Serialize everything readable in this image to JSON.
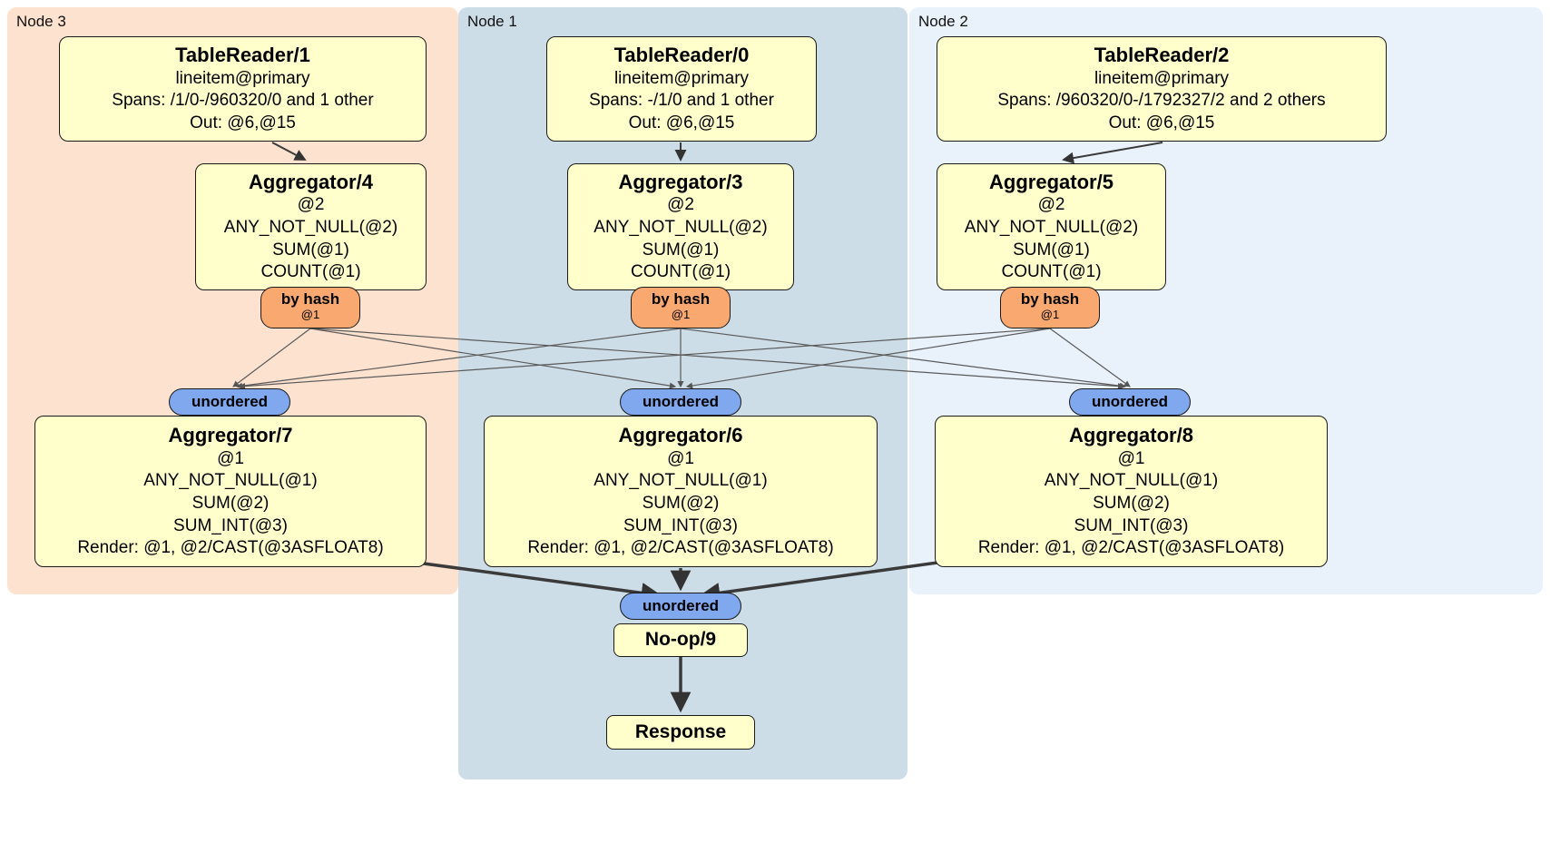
{
  "nodes": [
    {
      "label": "Node 3",
      "table_reader": {
        "title": "TableReader/1",
        "lines": [
          "lineitem@primary",
          "Spans: /1/0-/960320/0 and 1 other",
          "Out: @6,@15"
        ]
      },
      "pre_aggregator": {
        "title": "Aggregator/4",
        "lines": [
          "@2",
          "ANY_NOT_NULL(@2)",
          "SUM(@1)",
          "COUNT(@1)"
        ]
      },
      "router": {
        "label": "by hash",
        "detail": "@1"
      },
      "stream_label": "unordered",
      "post_aggregator": {
        "title": "Aggregator/7",
        "lines": [
          "@1",
          "ANY_NOT_NULL(@1)",
          "SUM(@2)",
          "SUM_INT(@3)",
          "Render: @1, @2/CAST(@3ASFLOAT8)"
        ]
      }
    },
    {
      "label": "Node 1",
      "table_reader": {
        "title": "TableReader/0",
        "lines": [
          "lineitem@primary",
          "Spans: -/1/0 and 1 other",
          "Out: @6,@15"
        ]
      },
      "pre_aggregator": {
        "title": "Aggregator/3",
        "lines": [
          "@2",
          "ANY_NOT_NULL(@2)",
          "SUM(@1)",
          "COUNT(@1)"
        ]
      },
      "router": {
        "label": "by hash",
        "detail": "@1"
      },
      "stream_label": "unordered",
      "post_aggregator": {
        "title": "Aggregator/6",
        "lines": [
          "@1",
          "ANY_NOT_NULL(@1)",
          "SUM(@2)",
          "SUM_INT(@3)",
          "Render: @1, @2/CAST(@3ASFLOAT8)"
        ]
      }
    },
    {
      "label": "Node 2",
      "table_reader": {
        "title": "TableReader/2",
        "lines": [
          "lineitem@primary",
          "Spans: /960320/0-/1792327/2 and 2 others",
          "Out: @6,@15"
        ]
      },
      "pre_aggregator": {
        "title": "Aggregator/5",
        "lines": [
          "@2",
          "ANY_NOT_NULL(@2)",
          "SUM(@1)",
          "COUNT(@1)"
        ]
      },
      "router": {
        "label": "by hash",
        "detail": "@1"
      },
      "stream_label": "unordered",
      "post_aggregator": {
        "title": "Aggregator/8",
        "lines": [
          "@1",
          "ANY_NOT_NULL(@1)",
          "SUM(@2)",
          "SUM_INT(@3)",
          "Render: @1, @2/CAST(@3ASFLOAT8)"
        ]
      }
    }
  ],
  "final": {
    "stream_label": "unordered",
    "noop_title": "No-op/9",
    "response_title": "Response"
  },
  "colors": {
    "node3_bg": "#fde2d0",
    "node1_bg": "#cddde8",
    "node2_bg": "#e9f1fb",
    "box_bg": "#ffffcc",
    "router_bg": "#f9a870",
    "stream_bg": "#7fa8ef",
    "border_color": "#1a1a1a",
    "edge_color": "#3a3a3a"
  }
}
